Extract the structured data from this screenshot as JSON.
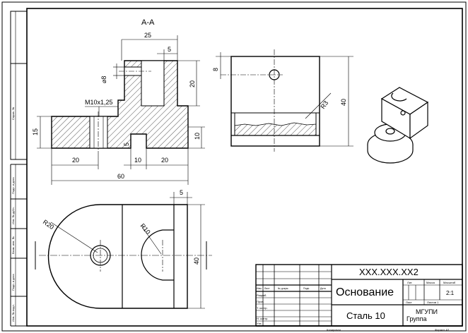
{
  "view": {
    "section_label": "А-А"
  },
  "dimensions": {
    "top_25": "25",
    "top_5": "5",
    "dia_8": "⌀8",
    "dim_20_right": "20",
    "thread": "M10x1,25",
    "dim_15": "15",
    "dim_10_right": "10",
    "slot_5": "5",
    "bottom_20_left": "20",
    "bottom_10": "10",
    "bottom_20_right": "20",
    "overall_60": "60",
    "side_8": "8",
    "side_40": "40",
    "side_r3": "R3",
    "plan_5": "5",
    "plan_r20": "R20",
    "plan_r10": "R10",
    "plan_40": "40"
  },
  "title_block": {
    "designation": "XXX.XXX.XX2",
    "name": "Основание",
    "material": "Сталь 10",
    "org_line1": "МГУПИ",
    "org_line2": "Группа",
    "scale": "2:1",
    "col_lit": "Лит.",
    "col_mass": "Масса",
    "col_scale": "Масштаб",
    "col_izm": "Изм.",
    "col_list": "Лист",
    "col_doc": "№ докум.",
    "col_sign": "Подп.",
    "col_date": "Дата",
    "row_razrab": "Разраб.",
    "row_prov": "Пров.",
    "row_tkontr": "Т. контр.",
    "row_nkontr": "Н. контр.",
    "row_utv": "Утв.",
    "sheet_label": "Лист",
    "sheets_label": "Листов 1",
    "copied": "Копировал",
    "format": "Формат  A3"
  },
  "left_strip": {
    "sprav": "Справ. №",
    "podp_data1": "Подп. и дата",
    "inv_dubl": "Инв. № дубл.",
    "vzam_inv": "Взам. инв. №",
    "podp_data2": "Подп. и дата",
    "inv_podl": "Инв. № подл."
  }
}
